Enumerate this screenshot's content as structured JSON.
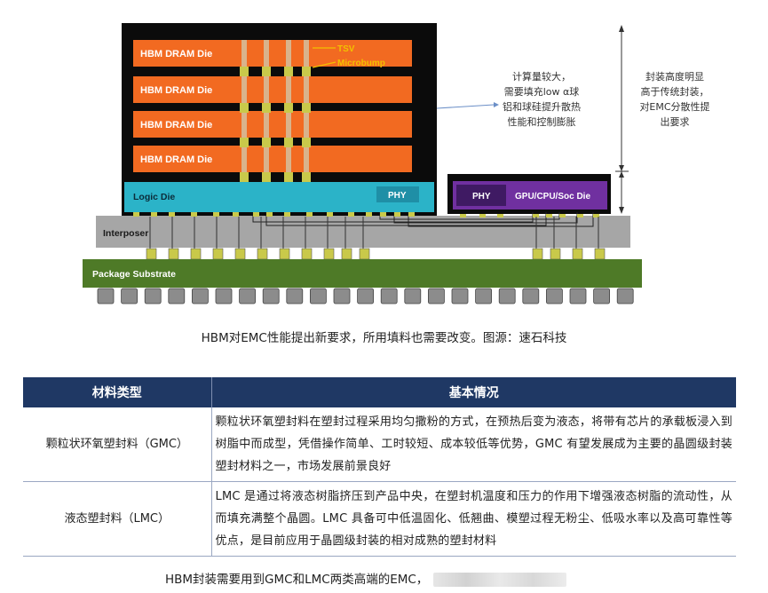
{
  "diagram": {
    "dram_label": "HBM DRAM Die",
    "tsv_label": "TSV",
    "microbump_label": "Microbump",
    "logic_label": "Logic Die",
    "phy_label": "PHY",
    "soc_phy_label": "PHY",
    "soc_label": "GPU/CPU/Soc Die",
    "interposer_label": "Interposer",
    "substrate_label": "Package Substrate",
    "note_left": [
      "计算量较大，",
      "需要填充low α球",
      "铝和球硅提升散热",
      "性能和控制膨胀"
    ],
    "note_right": [
      "封装高度明显",
      "高于传统封装，",
      "对EMC分散性提",
      "出要求"
    ],
    "colors": {
      "dram": "#f26a21",
      "logic": "#2bb3c8",
      "soc": "#7030a0",
      "interposer": "#a6a6a6",
      "substrate": "#4e7a27",
      "bump": "#c9c94a",
      "ball": "#8c8c8c",
      "tsv": "#d9b38c"
    }
  },
  "captions": {
    "figure1": "HBM对EMC性能提出新要求，所用填料也需要改变。图源：速石科技",
    "figure2": "HBM封装需要用到GMC和LMC两类高端的EMC，"
  },
  "table": {
    "headers": [
      "材料类型",
      "基本情况"
    ],
    "rows": [
      {
        "type": "颗粒状环氧塑封料（GMC）",
        "desc": "颗粒状环氧塑封料在塑封过程采用均匀撒粉的方式，在预热后变为液态，将带有芯片的承载板浸入到树脂中而成型，凭借操作简单、工时较短、成本较低等优势，GMC 有望发展成为主要的晶圆级封装塑封材料之一，市场发展前景良好"
      },
      {
        "type": "液态塑封料（LMC）",
        "desc": "LMC 是通过将液态树脂挤压到产品中央，在塑封机温度和压力的作用下增强液态树脂的流动性，从而填充满整个晶圆。LMC 具备可中低温固化、低翘曲、模塑过程无粉尘、低吸水率以及高可靠性等优点，是目前应用于晶圆级封装的相对成熟的塑封材料"
      }
    ]
  }
}
